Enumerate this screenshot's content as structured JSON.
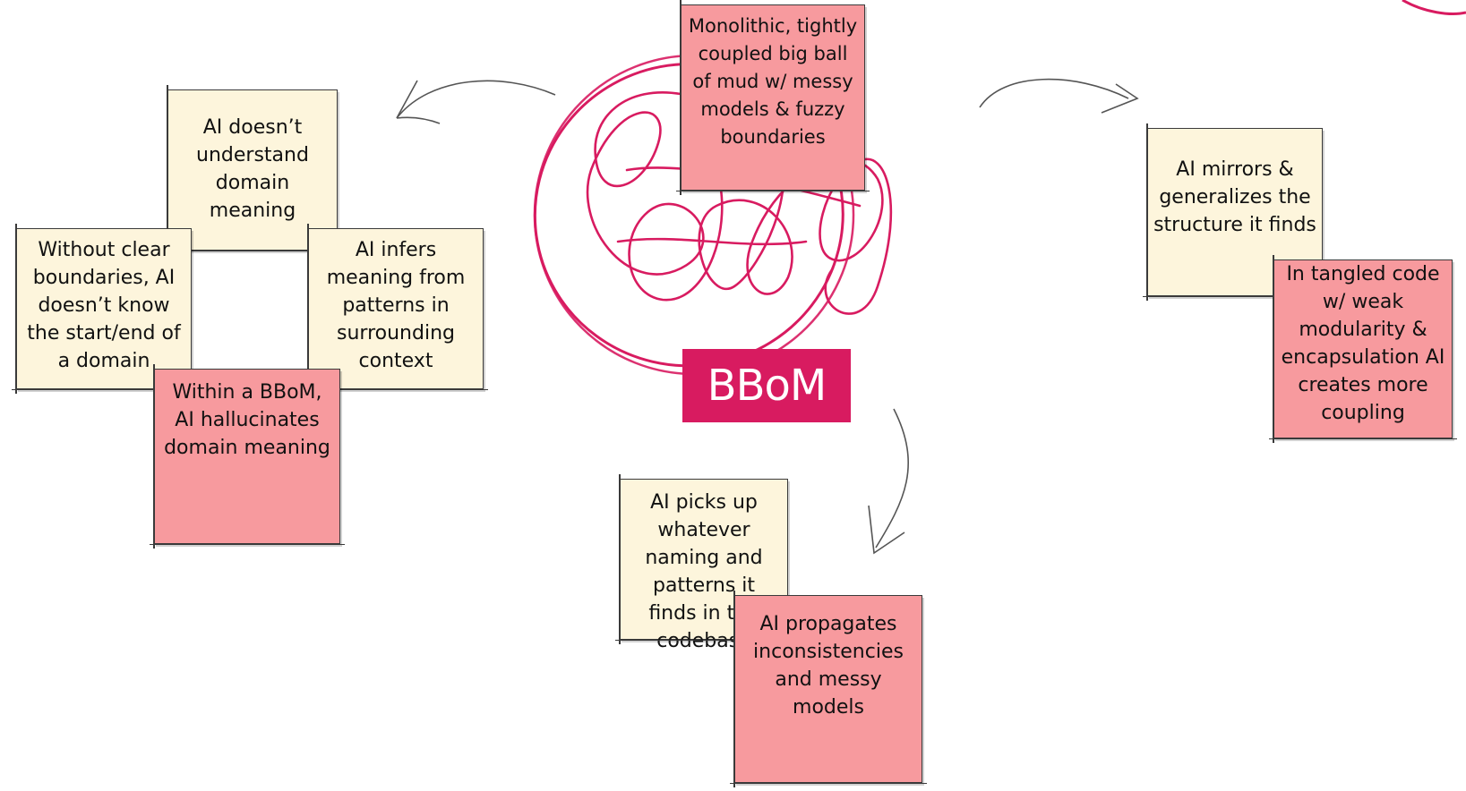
{
  "center": {
    "label": "BBoM",
    "description": "Monolithic, tightly coupled big ball of mud w/ messy models & fuzzy boundaries"
  },
  "left_cluster": {
    "top": "AI doesn’t understand domain meaning",
    "left": "Without clear boundaries, AI doesn’t know the start/end of a domain",
    "right": "AI infers meaning from patterns in surrounding context",
    "bottom": "Within a BBoM, AI hallucinates domain meaning"
  },
  "right_cluster": {
    "cause": "AI mirrors & generalizes the structure it finds",
    "effect": "In tangled code w/ weak modularity & encapsulation AI creates more coupling"
  },
  "bottom_cluster": {
    "cause": "AI picks up whatever naming and patterns it finds in the codebase",
    "effect": "AI propagates inconsistencies and messy models"
  },
  "colors": {
    "accent": "#d81b60",
    "sticky_yellow": "#fdf5dc",
    "sticky_pink": "#f79a9e",
    "ink": "#3a3a3a"
  }
}
